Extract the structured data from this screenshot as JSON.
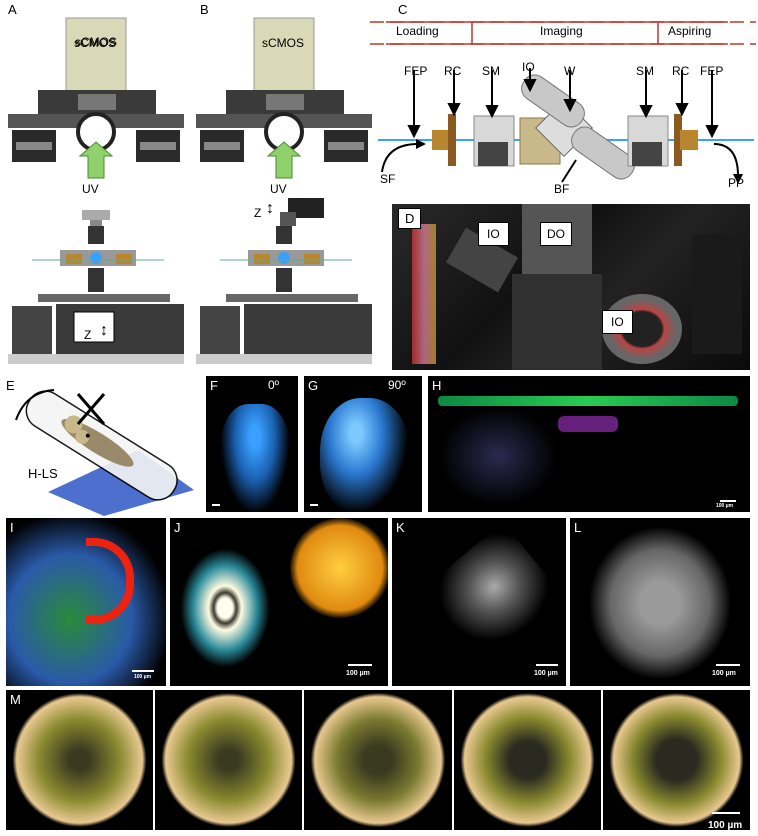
{
  "panels": {
    "A": {
      "label": "A",
      "camera": "sCMOS",
      "uv": "UV",
      "z": "Z"
    },
    "B": {
      "label": "B",
      "camera": "sCMOS",
      "uv": "UV",
      "z": "Z"
    },
    "C": {
      "label": "C",
      "timeline": [
        "Loading",
        "Imaging",
        "Aspiring"
      ],
      "labels": {
        "fep_left": "FEP",
        "rc_left": "RC",
        "sm_left": "SM",
        "io": "IO",
        "w": "W",
        "sm_right": "SM",
        "rc_right": "RC",
        "fep_right": "FEP",
        "sf": "SF",
        "bf": "BF",
        "pp": "PP"
      }
    },
    "D": {
      "label": "D",
      "io_top": "IO",
      "do": "DO",
      "io_bottom": "IO"
    },
    "E": {
      "label": "E",
      "hls": "H-LS"
    },
    "F": {
      "label": "F",
      "angle": "0º"
    },
    "G": {
      "label": "G",
      "angle": "90º"
    },
    "H": {
      "label": "H",
      "scale": "100 µm"
    },
    "I": {
      "label": "I",
      "scale": "100 µm"
    },
    "J": {
      "label": "J",
      "scale": "100 µm"
    },
    "K": {
      "label": "K",
      "scale": "100 µm"
    },
    "L": {
      "label": "L",
      "scale": "100 µm"
    },
    "M": {
      "label": "M",
      "scale": "100 µm"
    }
  },
  "colors": {
    "camera_box": "#d9d9b8",
    "uv_arrow": "#8fd16a",
    "fish_blue": "#3aa0ff",
    "timeline_red": "#c0392b",
    "brass": "#b8862e"
  }
}
